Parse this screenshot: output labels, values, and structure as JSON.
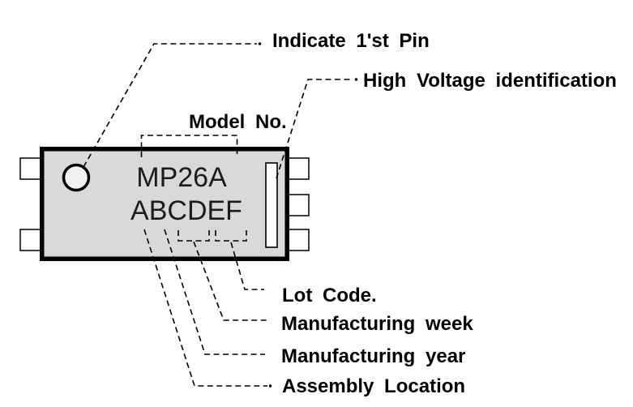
{
  "diagram": {
    "type": "ic-package-marking-diagram",
    "chip_marking": {
      "line1": "MP26A",
      "line2": "ABCDEF"
    },
    "labels": {
      "indicate_pin": "Indicate 1'st Pin",
      "high_voltage": "High Voltage identification",
      "model_no": "Model No.",
      "lot_code": "Lot Code.",
      "manufacturing_week": "Manufacturing week",
      "manufacturing_year": "Manufacturing year",
      "assembly_location": "Assembly Location"
    },
    "colors": {
      "background": "#ffffff",
      "chip_fill": "#d9d9d9",
      "pin_fill": "#ffffff",
      "indicator_fill": "#f0f0f0",
      "bar_fill": "#fcfcfc",
      "line": "#000000",
      "marking_text": "#1c1c1c",
      "label_text": "#000000"
    }
  }
}
